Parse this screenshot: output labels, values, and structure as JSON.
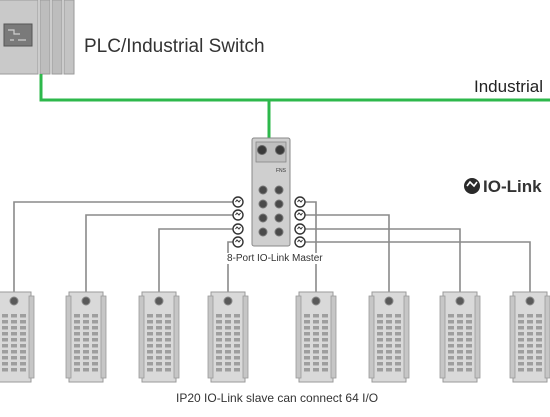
{
  "plc": {
    "label": "PLC/Industrial Switch",
    "icon": "plc-icon"
  },
  "network": {
    "label": "Industrial",
    "line_color": "#2db84b"
  },
  "iolink_logo": {
    "text": "IO-Link",
    "icon": "iolink-logo-icon"
  },
  "master": {
    "caption": "8-Port IO-Link Master",
    "device_label": "FNS",
    "port_count": 8
  },
  "slaves": {
    "caption": "IP20 IO-Link slave can connect 64 I/O",
    "count": 8
  },
  "colors": {
    "cable": "#8a8a8a",
    "device_body": "#d9d9d9",
    "device_edge": "#9a9a9a"
  }
}
